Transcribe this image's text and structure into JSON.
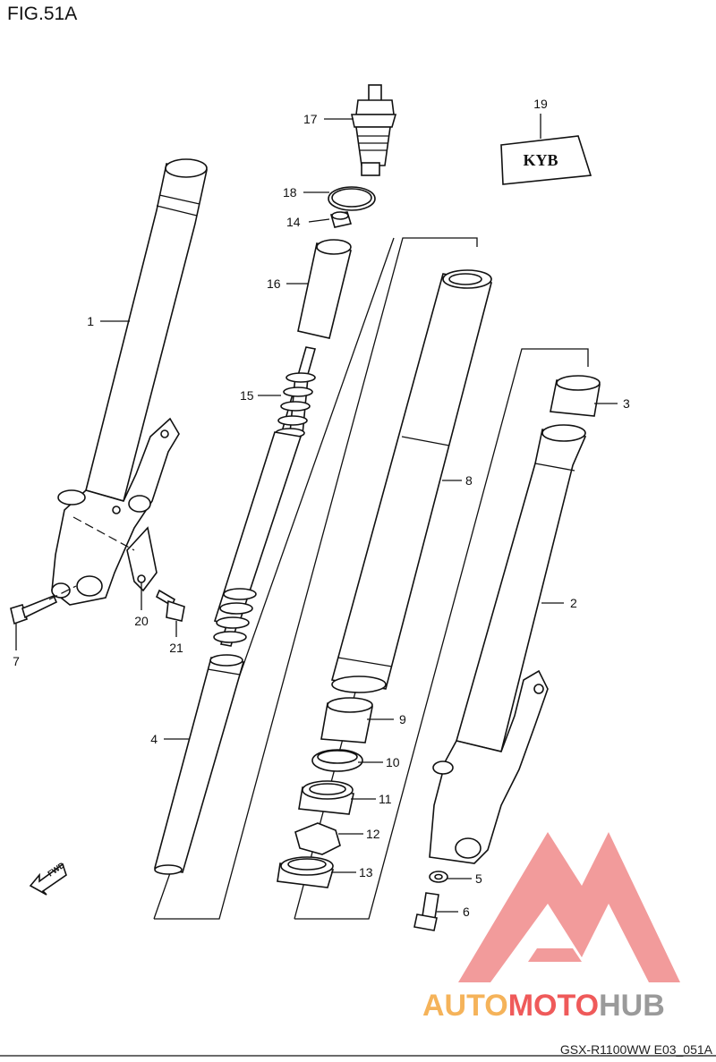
{
  "figure": {
    "title": "FIG.51A",
    "footer": "GSX-R1100WW  E03_051A"
  },
  "callouts": [
    "1",
    "2",
    "3",
    "4",
    "5",
    "6",
    "7",
    "8",
    "9",
    "10",
    "11",
    "12",
    "13",
    "14",
    "15",
    "16",
    "17",
    "18",
    "19",
    "20",
    "21"
  ],
  "badge_text": "KYB",
  "fwd_label": "FWD",
  "watermark": {
    "part1": "AUTO",
    "part2": "MOTO",
    "part3": "HUB",
    "colors": {
      "triangle": "#f08a8a",
      "auto": "#f5b35a",
      "moto": "#ef5a5a",
      "hub": "#9a9a9a"
    }
  }
}
